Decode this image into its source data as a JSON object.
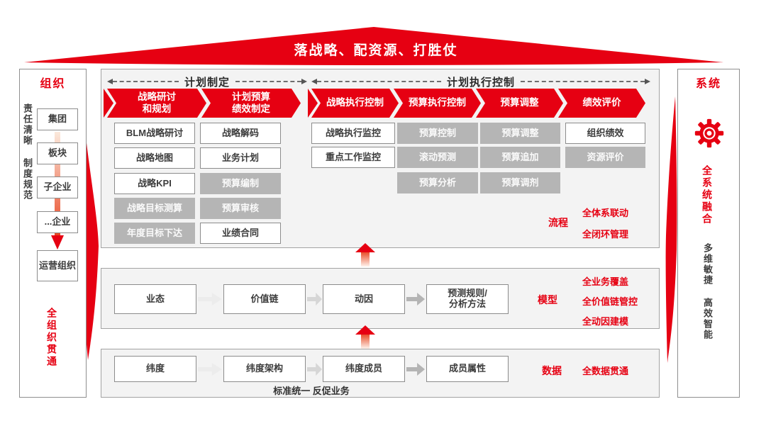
{
  "banner": {
    "title": "落战略、配资源、打胜仗"
  },
  "org_panel": {
    "title": "组织",
    "side_note": "责任清晰 制度规范",
    "levels": [
      "集团",
      "板块",
      "子企业",
      "...企业",
      "运营组织"
    ],
    "slogan": "全组织贯通"
  },
  "sys_panel": {
    "title": "系统",
    "icon": "gear-icon",
    "slogan": "全系统融合",
    "note": "多维敏捷 高效智能"
  },
  "plan_section": {
    "header": "计划制定",
    "stages": [
      {
        "label": "战略研讨\n和规划",
        "items": [
          {
            "text": "BLM战略研讨",
            "variant": "outline"
          },
          {
            "text": "战略地图",
            "variant": "outline"
          },
          {
            "text": "战略KPI",
            "variant": "outline"
          },
          {
            "text": "战略目标测算",
            "variant": "filled"
          },
          {
            "text": "年度目标下达",
            "variant": "filled"
          }
        ]
      },
      {
        "label": "计划预算\n绩效制定",
        "items": [
          {
            "text": "战略解码",
            "variant": "outline"
          },
          {
            "text": "业务计划",
            "variant": "outline"
          },
          {
            "text": "预算编制",
            "variant": "filled"
          },
          {
            "text": "预算审核",
            "variant": "filled"
          },
          {
            "text": "业绩合同",
            "variant": "outline"
          }
        ]
      }
    ]
  },
  "exec_section": {
    "header": "计划执行控制",
    "stages": [
      {
        "label": "战略执行控制",
        "items": [
          {
            "text": "战略执行监控",
            "variant": "outline"
          },
          {
            "text": "重点工作监控",
            "variant": "outline"
          }
        ]
      },
      {
        "label": "预算执行控制",
        "items": [
          {
            "text": "预算控制",
            "variant": "filled"
          },
          {
            "text": "滚动预测",
            "variant": "filled"
          },
          {
            "text": "预算分析",
            "variant": "filled"
          }
        ]
      },
      {
        "label": "预算调整",
        "items": [
          {
            "text": "预算调整",
            "variant": "filled"
          },
          {
            "text": "预算追加",
            "variant": "filled"
          },
          {
            "text": "预算调剂",
            "variant": "filled"
          }
        ]
      },
      {
        "label": "绩效评价",
        "items": [
          {
            "text": "组织绩效",
            "variant": "outline"
          },
          {
            "text": "资源评价",
            "variant": "filled"
          }
        ]
      }
    ]
  },
  "process_tag": {
    "label": "流程",
    "notes": [
      "全体系联动",
      "全闭环管理"
    ]
  },
  "model_section": {
    "boxes": [
      "业态",
      "价值链",
      "动因",
      "预测规则/\n分析方法"
    ],
    "tag": "模型",
    "notes": [
      "全业务覆盖",
      "全价值链管控",
      "全动因建模"
    ]
  },
  "data_section": {
    "boxes": [
      "纬度",
      "纬度架构",
      "纬度成员",
      "成员属性"
    ],
    "tag": "数据",
    "notes": [
      "全数据贯通"
    ],
    "caption": "标准统一 反促业务"
  },
  "colors": {
    "accent": "#e60012",
    "filled_box": "#b5b5b5",
    "band_bg": "#f3f3f3",
    "outline_border": "#8c8c8c"
  }
}
